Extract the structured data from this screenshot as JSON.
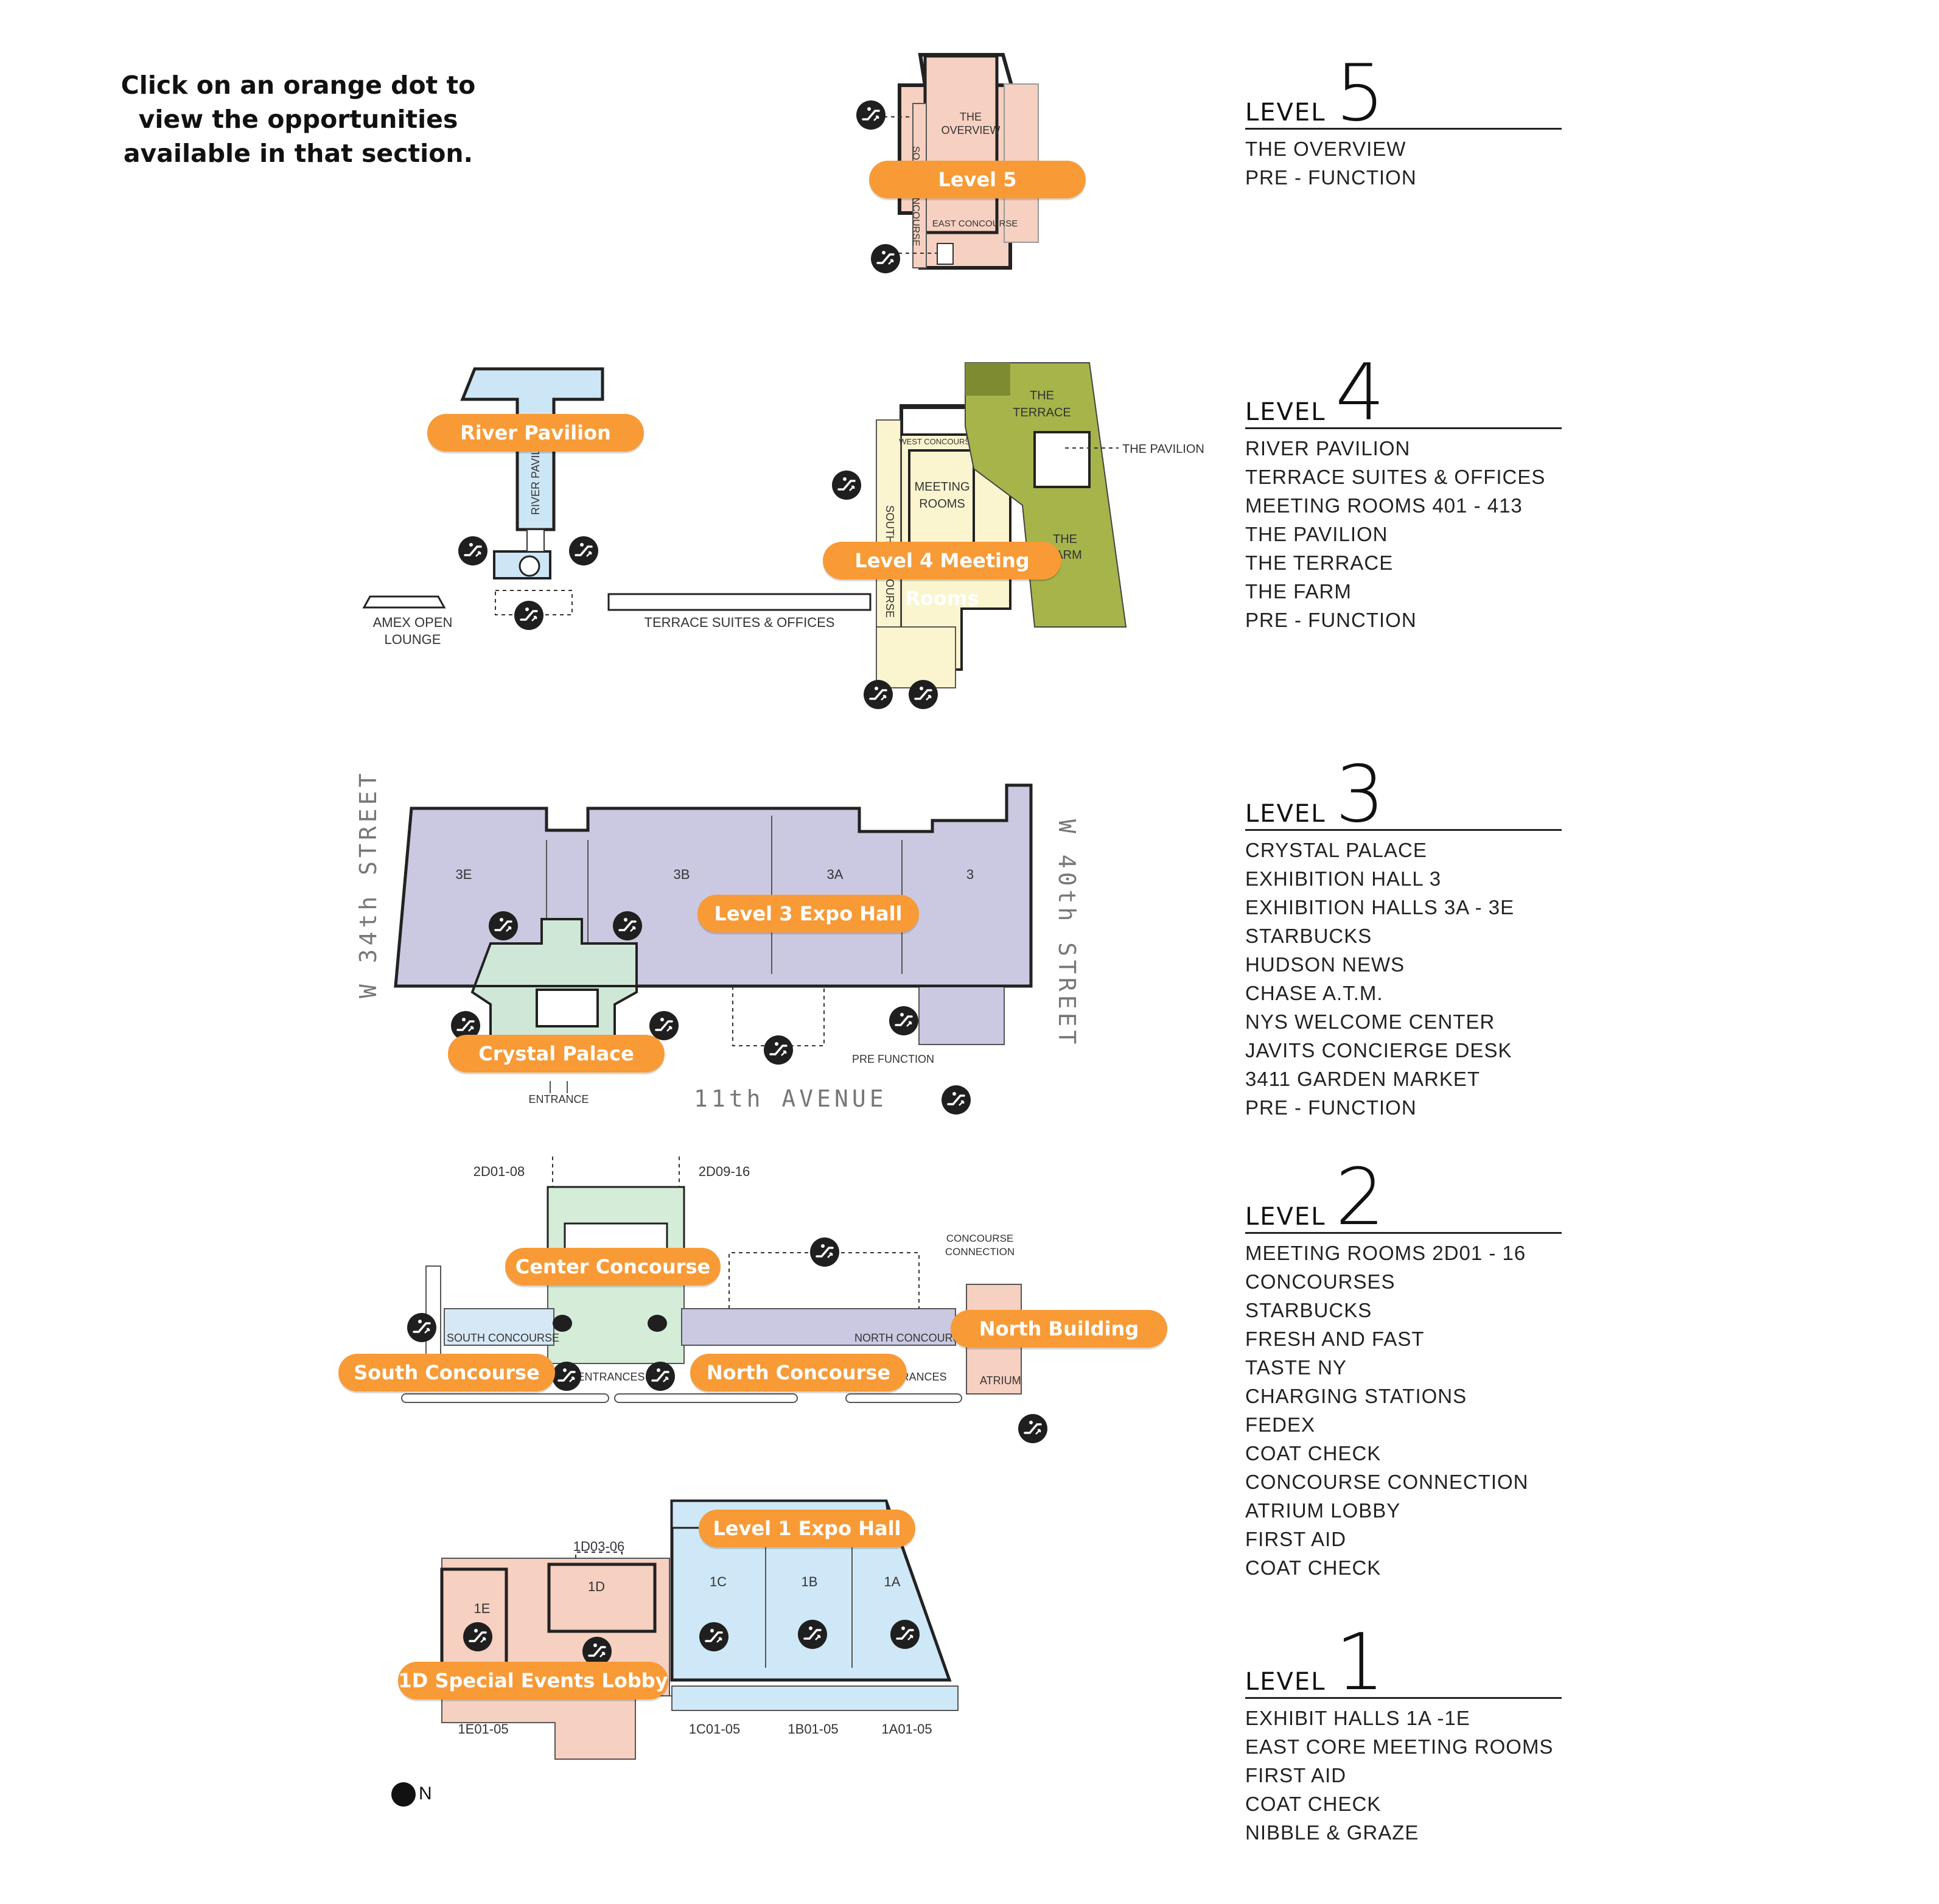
{
  "instructions": "Click on an orange dot to view the opportunities available in that section.",
  "colors": {
    "accent_orange": "#f89a36",
    "level5_fill": "#f6d0c0",
    "level4_river": "#cde6f5",
    "level4_rooms": "#fbf5cf",
    "level4_farm": "#a6b44a",
    "level3_halls": "#cbc8e2",
    "level3_crystal": "#cfe7d6",
    "level2_center": "#d4ecd8",
    "level2_south": "#d6e8f5",
    "level2_north_building": "#f6d0c0",
    "level1_halls": "#cfe8f7",
    "level1_lobby": "#f6d0c0",
    "icon_dark": "#1f1f1f"
  },
  "buttons": [
    {
      "id": "level5",
      "label": "Level 5"
    },
    {
      "id": "river_pavilion",
      "label": "River Pavilion"
    },
    {
      "id": "level4_meeting",
      "label": "Level 4 Meeting Rooms"
    },
    {
      "id": "level3_expo",
      "label": "Level 3 Expo Hall"
    },
    {
      "id": "crystal_palace",
      "label": "Crystal Palace"
    },
    {
      "id": "center_concourse",
      "label": "Center Concourse"
    },
    {
      "id": "north_building",
      "label": "North Building"
    },
    {
      "id": "south_concourse",
      "label": "South Concourse"
    },
    {
      "id": "north_concourse",
      "label": "North Concourse"
    },
    {
      "id": "level1_expo",
      "label": "Level 1 Expo Hall"
    },
    {
      "id": "special_events",
      "label": "1D Special Events Lobby"
    }
  ],
  "map_labels": {
    "l5_overview": [
      "THE",
      "OVERVIEW"
    ],
    "l5_east": "EAST CONCOURSE",
    "l5_south": "SOUTH CONCOURSE",
    "l4_river": "RIVER PAVILION",
    "l4_amex": [
      "AMEX OPEN",
      "LOUNGE"
    ],
    "l4_terrace_suites": "TERRACE SUITES & OFFICES",
    "l4_west": "WEST CONCOURSE",
    "l4_meeting": [
      "MEETING",
      "ROOMS"
    ],
    "l4_south": "SOUTH CONCOURSE",
    "l4_terrace": [
      "THE",
      "TERRACE"
    ],
    "l4_pavilion": "THE PAVILION",
    "l4_farm": [
      "THE",
      "FARM"
    ],
    "l3_halls": [
      "3E",
      "3B",
      "3A",
      "3"
    ],
    "l3_pre": "PRE FUNCTION",
    "l3_entrance": "ENTRANCE",
    "l3_w34": "W 34th STREET",
    "l3_w40": "W 40th STREET",
    "l3_11th": "11th AVENUE",
    "l2_2d01": "2D01-08",
    "l2_2d09": "2D09-16",
    "l2_cc": [
      "CONCOURSE",
      "CONNECTION"
    ],
    "l2_south": "SOUTH CONCOURSE",
    "l2_north": "NORTH CONCOURSE",
    "l2_entrances": "ENTRANCES",
    "l2_entrances2": "ENTRANCES",
    "l2_atrium": "ATRIUM",
    "l1_1d03": "1D03-06",
    "l1_halls": [
      "1E",
      "1D",
      "1C",
      "1B",
      "1A"
    ],
    "l1_rows": [
      "1E01-05",
      "1C01-05",
      "1B01-05",
      "1A01-05"
    ]
  },
  "compass_label": "N",
  "levels": [
    {
      "word": "LEVEL",
      "number": "5",
      "items": [
        "THE OVERVIEW",
        "PRE - FUNCTION"
      ]
    },
    {
      "word": "LEVEL",
      "number": "4",
      "items": [
        "RIVER PAVILION",
        "TERRACE SUITES & OFFICES",
        "MEETING ROOMS 401 - 413",
        "THE PAVILION",
        "THE TERRACE",
        "THE FARM",
        "PRE - FUNCTION"
      ]
    },
    {
      "word": "LEVEL",
      "number": "3",
      "items": [
        "CRYSTAL PALACE",
        "EXHIBITION HALL 3",
        "EXHIBITION HALLS 3A - 3E",
        "STARBUCKS",
        "HUDSON NEWS",
        "CHASE A.T.M.",
        "NYS WELCOME CENTER",
        "JAVITS CONCIERGE DESK",
        "3411 GARDEN MARKET",
        "PRE - FUNCTION"
      ]
    },
    {
      "word": "LEVEL",
      "number": "2",
      "items": [
        "MEETING ROOMS 2D01 - 16",
        "CONCOURSES",
        "STARBUCKS",
        "FRESH AND FAST",
        "TASTE NY",
        "CHARGING STATIONS",
        "FEDEX",
        "COAT CHECK",
        "CONCOURSE CONNECTION",
        "ATRIUM LOBBY",
        "FIRST AID",
        "COAT CHECK"
      ]
    },
    {
      "word": "LEVEL",
      "number": "1",
      "items": [
        "EXHIBIT HALLS 1A -1E",
        "EAST CORE MEETING ROOMS",
        "FIRST AID",
        "COAT CHECK",
        "NIBBLE & GRAZE"
      ]
    }
  ]
}
